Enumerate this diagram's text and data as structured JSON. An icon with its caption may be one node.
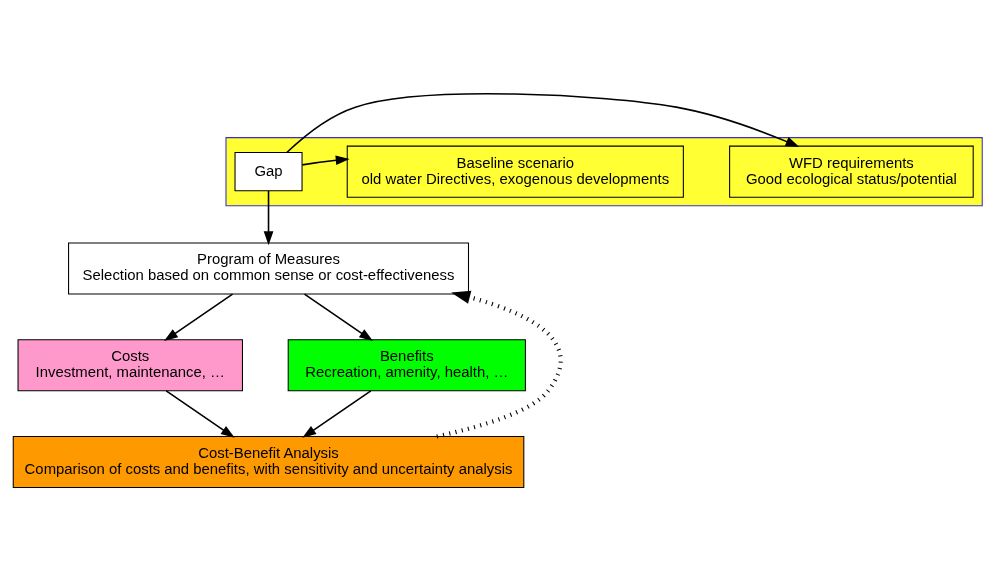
{
  "diagram": {
    "nodes": [
      {
        "text": [],
        "shape": "box"
      },
      {
        "text": [
          "WFD requirements",
          "Good ecological status/potential"
        ],
        "in": 0
      },
      {
        "text": [
          "Gap"
        ],
        "in": 0
      },
      {
        "text": [
          "Baseline scenario",
          "old water Directives, exogenous developments"
        ],
        "in": 0
      },
      {
        "text": [
          "Program of Measures",
          "Selection based on common sense or cost-effectiveness"
        ]
      },
      {
        "text": [
          "Costs",
          "Investment, maintenance, …"
        ]
      },
      {
        "text": [
          "Benefits",
          "Recreation, amenity, health, …"
        ]
      },
      {
        "text": [
          "Cost-Benefit Analysis",
          "Comparison of costs and benefits, with sensitivity and uncertainty analysis"
        ]
      }
    ],
    "edges": [
      {
        "from": 2,
        "to": 1,
        "arrow": "to"
      },
      {
        "from": 2,
        "to": 3,
        "arrow": "to"
      },
      {
        "from": 2,
        "to": 4,
        "arrow": "to"
      },
      {
        "from": 4,
        "to": 5,
        "arrow": "to"
      },
      {
        "from": 4,
        "to": 6,
        "arrow": "to"
      },
      {
        "from": 5,
        "to": 7,
        "arrow": "to"
      },
      {
        "from": 6,
        "to": 7,
        "arrow": "to"
      },
      {
        "from": 7,
        "to": 4,
        "arrow": "to",
        "style": "dashed"
      }
    ]
  }
}
